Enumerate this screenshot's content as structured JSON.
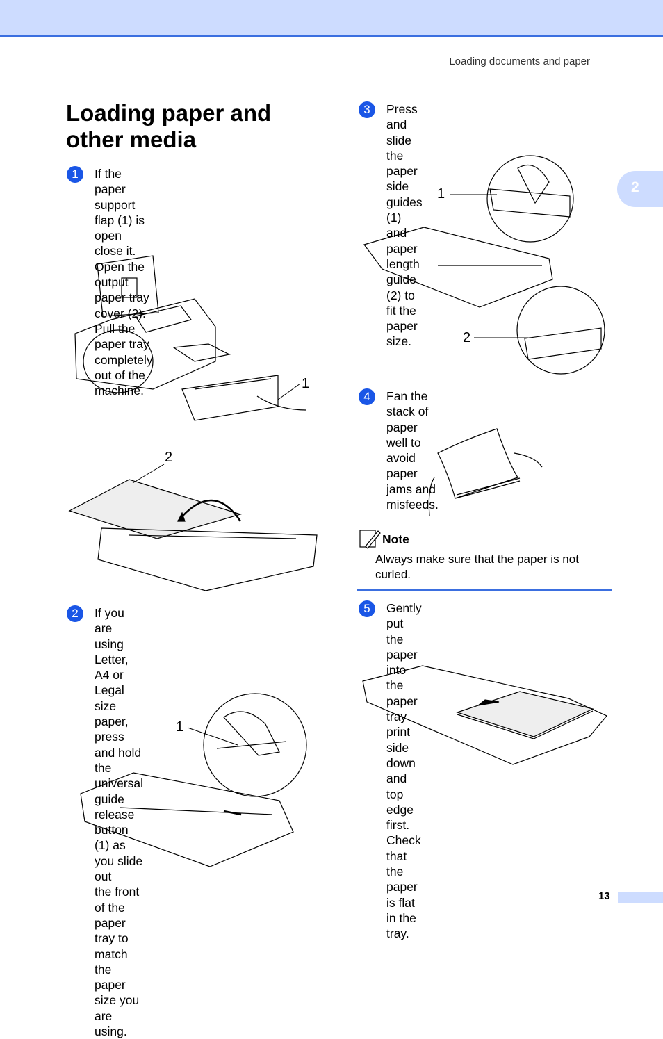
{
  "header": {
    "running_title": "Loading documents and paper",
    "chapter_number": "2"
  },
  "title": "Loading paper and other media",
  "steps": [
    {
      "num": "1",
      "lines": [
        "If the paper support flap (1) is open",
        "close it. Open the output paper tray",
        "cover (2).",
        "Pull the paper tray completely out of the",
        "machine."
      ]
    },
    {
      "num": "2",
      "lines": [
        "If you are using Letter, A4 or Legal size",
        "paper, press and hold the universal",
        "guide release button (1) as you slide out",
        "the front of the paper tray to match the",
        "paper size you are using."
      ]
    },
    {
      "num": "3",
      "lines": [
        "Press and slide the paper side",
        "guides (1) and paper length guide (2) to",
        "fit the paper size."
      ]
    },
    {
      "num": "4",
      "lines": [
        "Fan the stack of paper well to avoid",
        "paper jams and misfeeds."
      ]
    },
    {
      "num": "5",
      "lines": [
        "Gently put the paper into the paper tray",
        "print side down and top edge first.",
        "Check that the paper is flat in the tray."
      ]
    }
  ],
  "callouts": {
    "one": "1",
    "two": "2"
  },
  "note": {
    "title": "Note",
    "lines": [
      "Always make sure that the paper is not",
      "curled."
    ]
  },
  "footer": {
    "page_number": "13"
  }
}
